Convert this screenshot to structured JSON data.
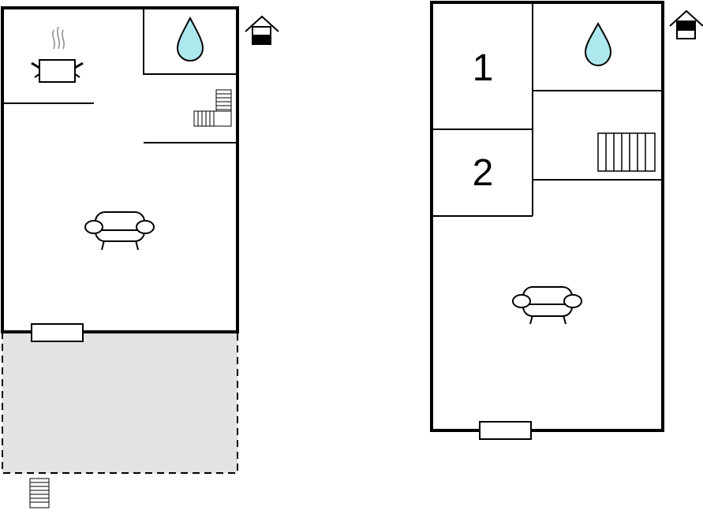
{
  "floors": [
    {
      "level": "ground",
      "floor_icon": "house-ground-floor-icon",
      "rooms": [
        "kitchen",
        "bathroom",
        "stairs",
        "living-room",
        "terrace",
        "entrance-door",
        "terrace-steps"
      ]
    },
    {
      "level": "upper",
      "floor_icon": "house-upper-floor-icon",
      "rooms": [
        {
          "label": "1",
          "type": "bedroom"
        },
        {
          "label": "2",
          "type": "bedroom"
        },
        "bathroom",
        "stairs",
        "living-room",
        "window"
      ]
    }
  ],
  "labels": {
    "room_1": "1",
    "room_2": "2"
  },
  "colors": {
    "walls": "#000000",
    "water_drop": "#aee8ef",
    "terrace": "#e3e3e3",
    "background": "#ffffff"
  }
}
